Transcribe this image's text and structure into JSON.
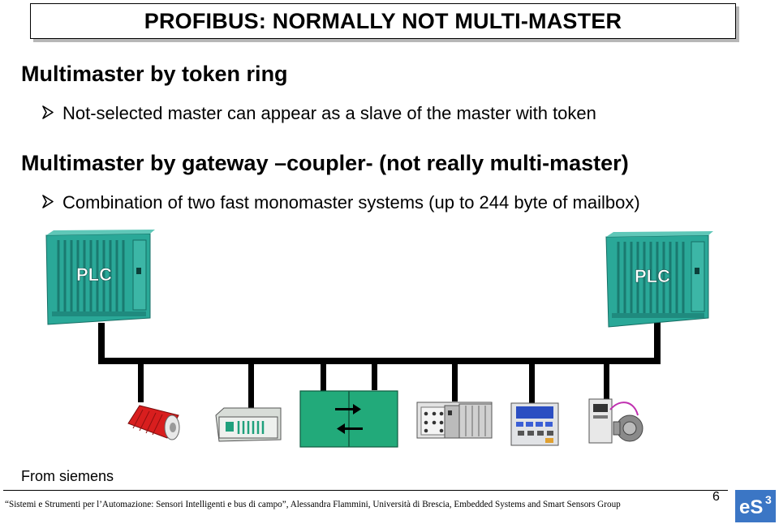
{
  "title": "PROFIBUS: NORMALLY NOT MULTI-MASTER",
  "section1": {
    "heading": "Multimaster by token ring",
    "bullet": "Not-selected master can appear as a slave of the master with token"
  },
  "section2": {
    "heading": "Multimaster by gateway –coupler- (not really multi-master)",
    "bullet": "Combination of two fast monomaster systems (up to 244 byte of mailbox)"
  },
  "diagram": {
    "plc_left_label": "PLC",
    "plc_right_label": "PLC",
    "colors": {
      "plc": "#27a494",
      "plc_dark": "#17786c",
      "coupler": "#20a878",
      "bus": "#000000"
    }
  },
  "source": "From siemens",
  "footer": {
    "text": "“Sistemi e Strumenti per l’Automazione: Sensori Intelligenti e bus di campo”, Alessandra Flammini, Università di Brescia, Embedded Systems and Smart Sensors Group",
    "page": "6",
    "logo_main": "eS",
    "logo_sup": "3"
  }
}
